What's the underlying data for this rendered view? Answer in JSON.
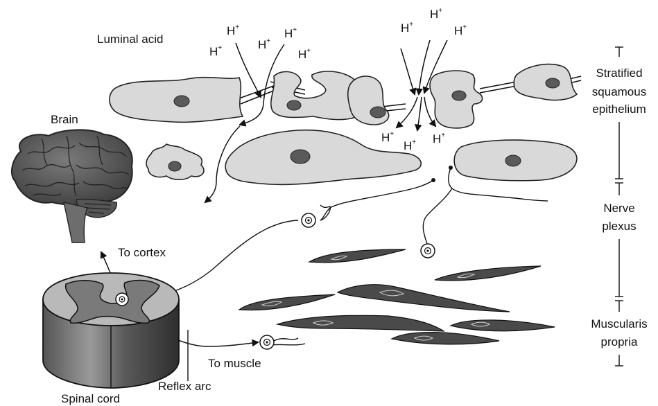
{
  "labels": {
    "luminal_acid": "Luminal acid",
    "brain": "Brain",
    "to_cortex": "To cortex",
    "to_muscle": "To muscle",
    "reflex_arc": "Reflex arc",
    "spinal_cord": "Spinal cord"
  },
  "layers": {
    "epithelium": [
      "Stratified",
      "squamous",
      "epithelium"
    ],
    "nerve_plexus": [
      "Nerve",
      "plexus"
    ],
    "muscularis": [
      "Muscularis",
      "propria"
    ]
  },
  "hydrogen_ion": {
    "symbol": "H",
    "charge": "+"
  }
}
